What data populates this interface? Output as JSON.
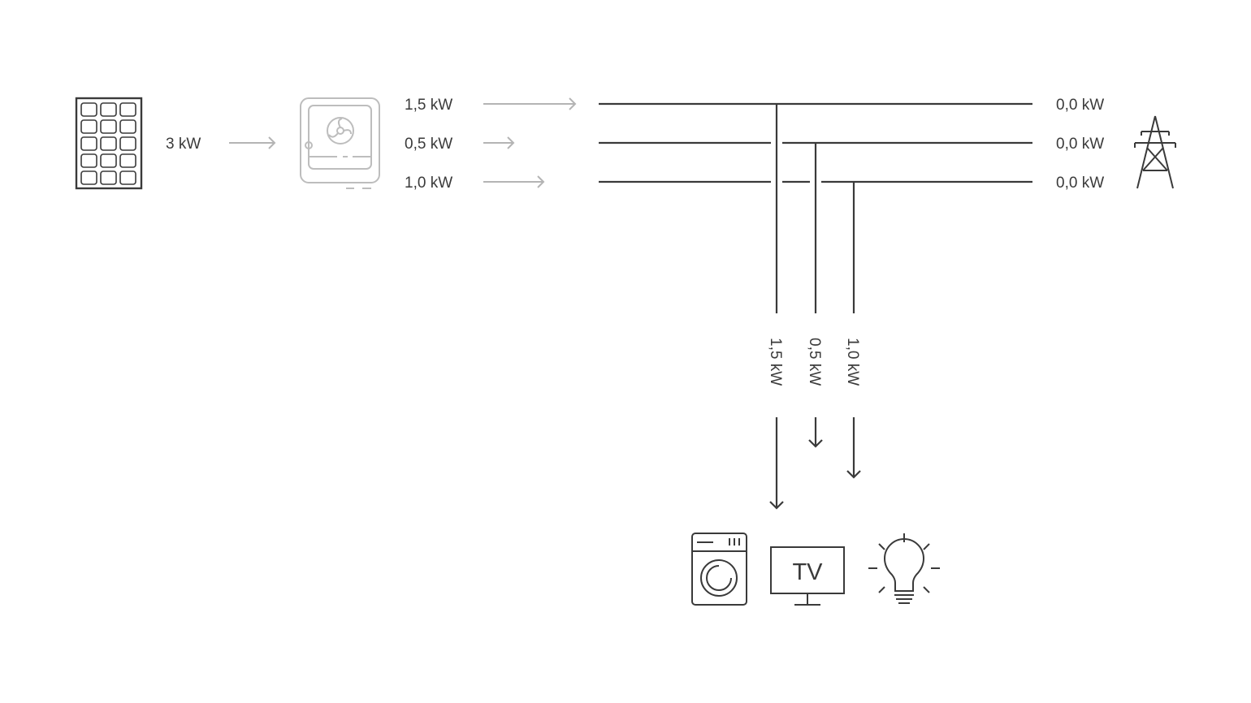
{
  "diagram": {
    "pv_output": "3 kW",
    "inverter_outputs": [
      "1,5 kW",
      "0,5 kW",
      "1,0 kW"
    ],
    "grid_values": [
      "0,0 kW",
      "0,0 kW",
      "0,0 kW"
    ],
    "load_values": [
      "1,5 kW",
      "0,5 kW",
      "1,0 kW"
    ],
    "tv_label": "TV",
    "colors": {
      "line": "#3a3a3a",
      "inverter": "#b4b4b4"
    },
    "icons": [
      "solar-panel-icon",
      "inverter-icon",
      "power-pylon-icon",
      "washing-machine-icon",
      "television-icon",
      "light-bulb-icon"
    ]
  }
}
